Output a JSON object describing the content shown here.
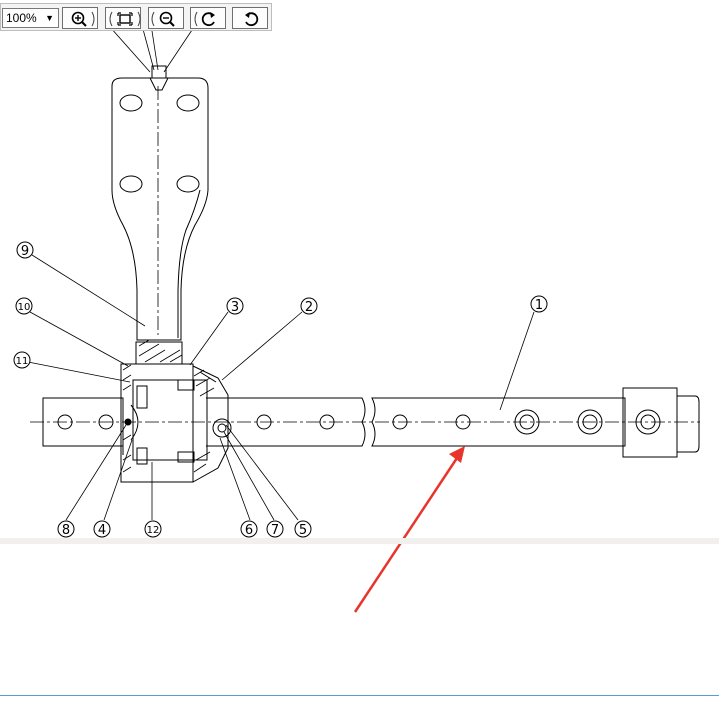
{
  "viewer": {
    "zoom_value": "100%",
    "zoom_arrow": "▼",
    "buttons": [
      "zoom-in",
      "fit-page",
      "zoom-out",
      "rotate-clockwise",
      "rotate-counterclockwise"
    ]
  },
  "drawing": {
    "callouts": [
      "1",
      "2",
      "3",
      "4",
      "5",
      "6",
      "7",
      "8",
      "9",
      "10",
      "11",
      "12"
    ]
  },
  "colors": {
    "annotation_arrow": "#e8352b",
    "bottom_rule": "#5b9bd5"
  }
}
